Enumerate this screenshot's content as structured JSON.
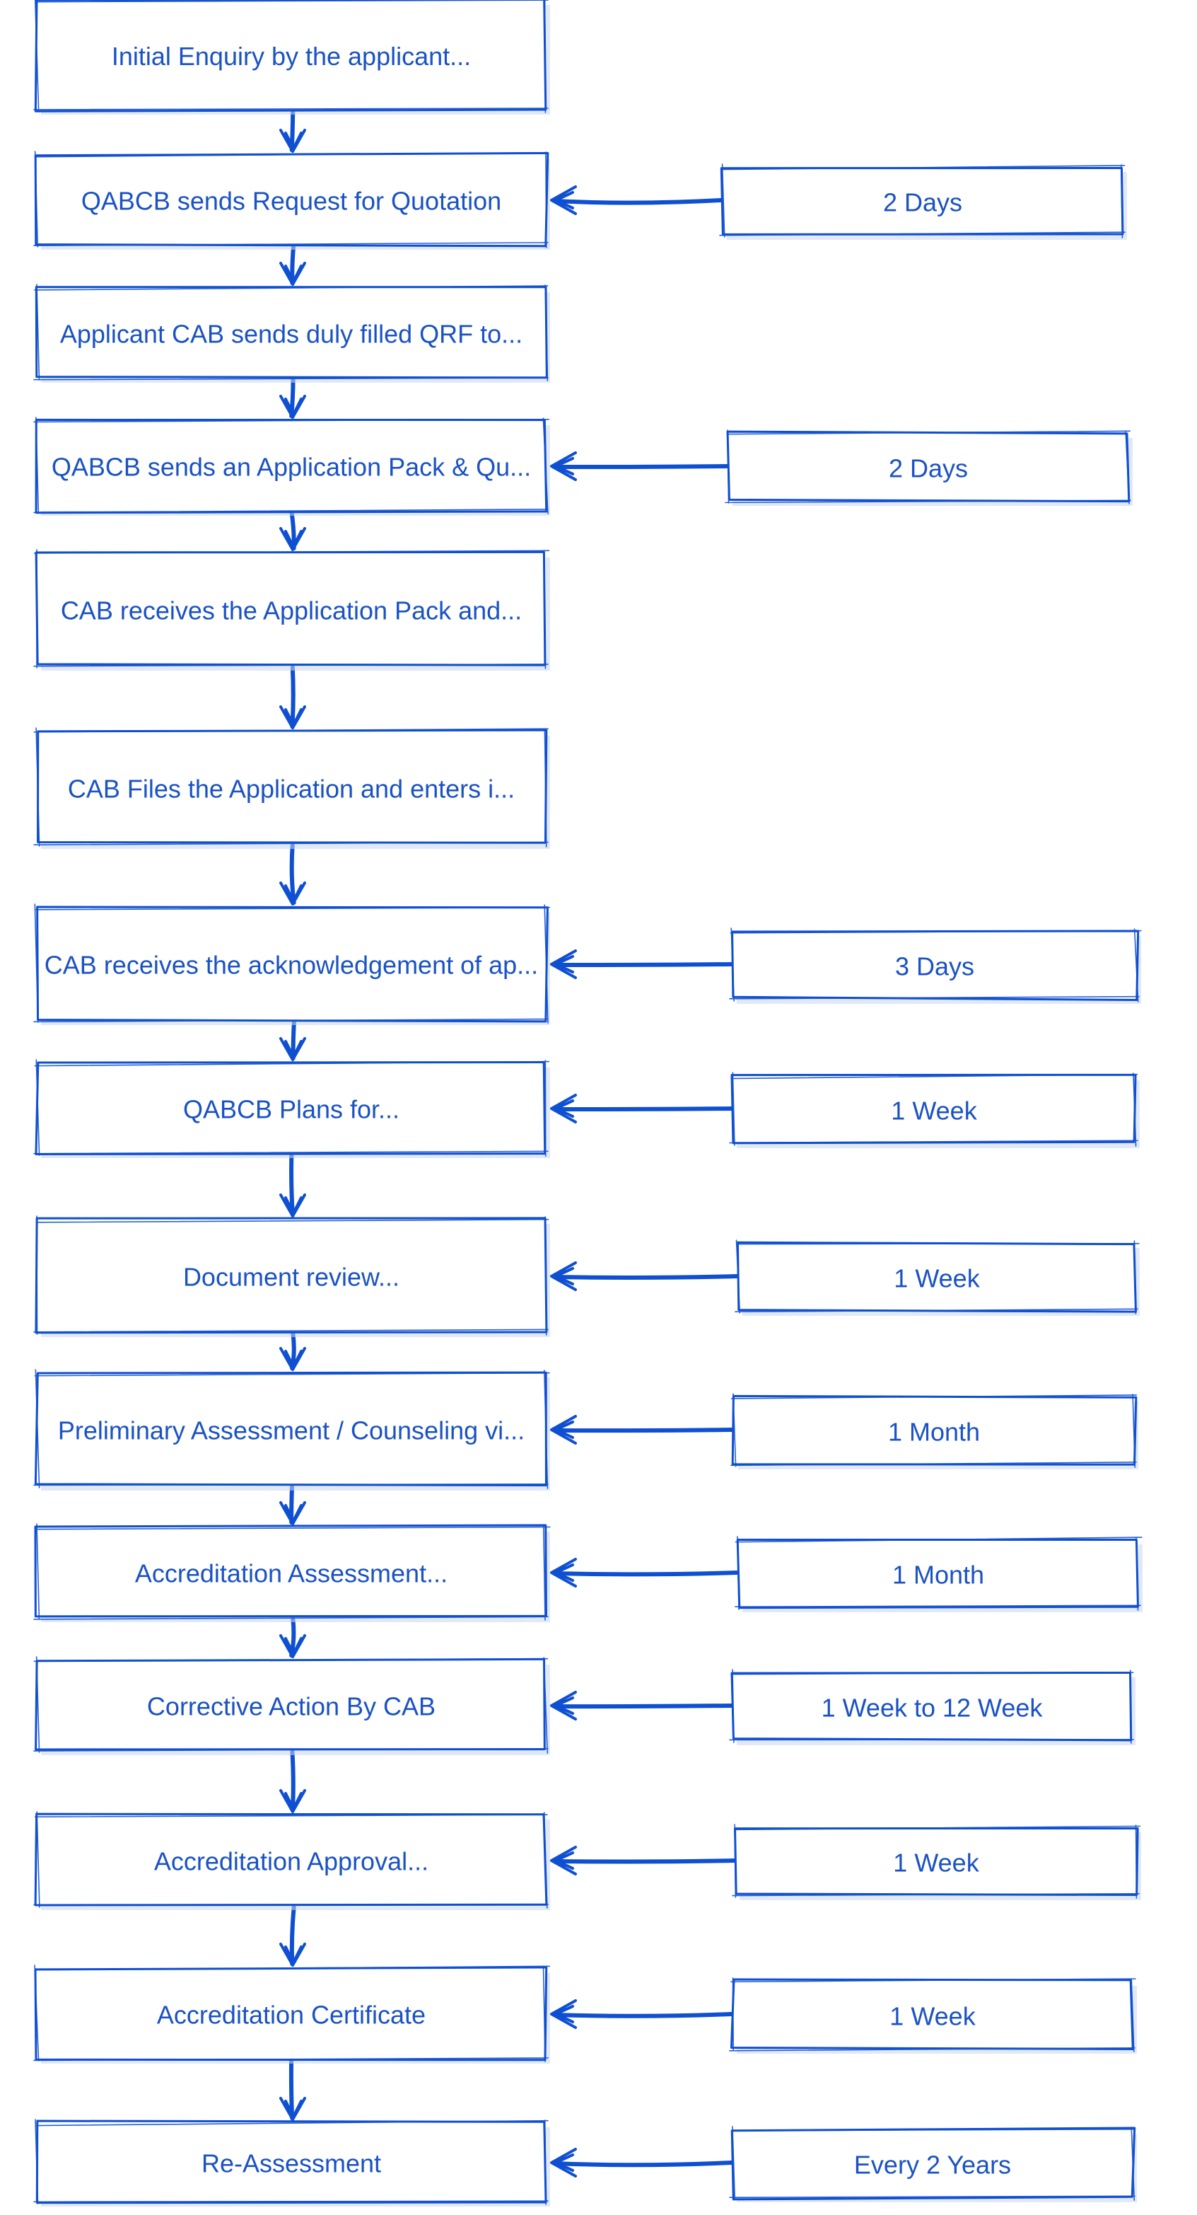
{
  "colors": {
    "stroke": "#0f4fd2",
    "text": "#1a52c4",
    "text_light": "#3e74cf",
    "background": "#ffffff"
  },
  "steps": [
    {
      "text": "Initial Enquiry by the applicant...",
      "duration": null
    },
    {
      "text": "QABCB sends Request for Quotation",
      "duration": "2 Days"
    },
    {
      "text": "Applicant CAB sends duly filled QRF to...",
      "duration": null
    },
    {
      "text": "QABCB sends an Application Pack & Qu...",
      "duration": "2 Days"
    },
    {
      "text": "CAB receives the Application Pack and...",
      "duration": null
    },
    {
      "text": "CAB Files the Application and enters i...",
      "duration": null
    },
    {
      "text": "CAB receives the acknowledgement of ap...",
      "duration": "3 Days"
    },
    {
      "text": "QABCB Plans for...",
      "duration": "1 Week"
    },
    {
      "text": "Document review...",
      "duration": "1 Week"
    },
    {
      "text": "Preliminary Assessment / Counseling vi...",
      "duration": "1 Month"
    },
    {
      "text": "Accreditation Assessment...",
      "duration": "1 Month"
    },
    {
      "text": "Corrective Action By CAB",
      "duration": "1 Week to 12 Week"
    },
    {
      "text": "Accreditation Approval...",
      "duration": "1 Week"
    },
    {
      "text": "Accreditation Certificate",
      "duration": "1 Week"
    },
    {
      "text": "Re-Assessment",
      "duration": "Every 2 Years"
    }
  ]
}
